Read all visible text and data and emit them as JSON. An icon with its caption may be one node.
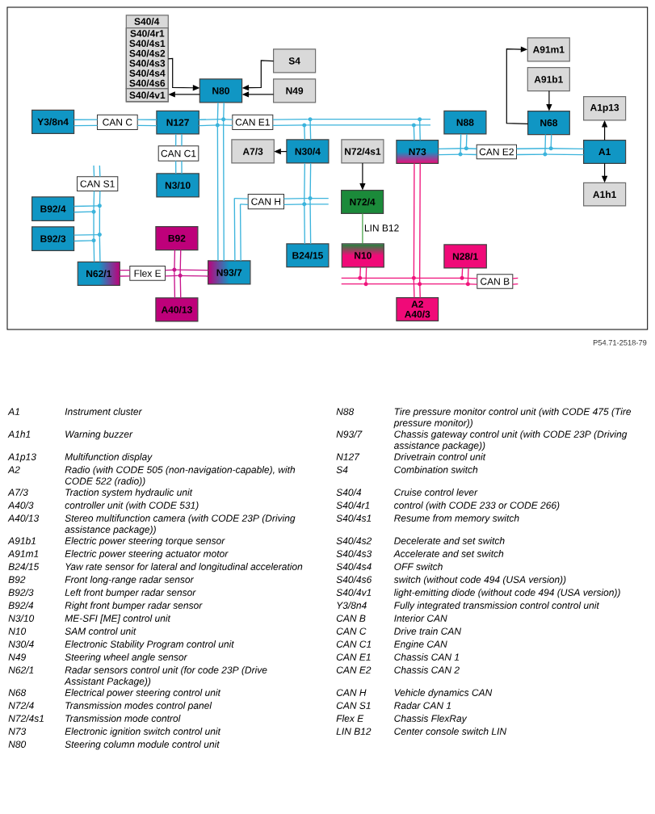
{
  "diagram": {
    "nodes": [
      {
        "text": [
          "S40/4"
        ]
      },
      {
        "text": [
          "S40/4r1",
          "S40/4s1",
          "S40/4s2",
          "S40/4s3",
          "S40/4s4",
          "S40/4s6"
        ],
        "in": 0
      },
      {
        "text": [
          "S40/4v1"
        ],
        "in": 0
      },
      {
        "text": [
          "A91m1"
        ]
      },
      {
        "text": [
          "S4"
        ]
      },
      {
        "text": [
          "A91b1"
        ]
      },
      {
        "text": [
          "N80"
        ]
      },
      {
        "text": [
          "N49"
        ]
      },
      {
        "text": [
          "A1p13"
        ]
      },
      {
        "text": [
          "Y3/8n4"
        ]
      },
      {
        "text": [
          "CAN C"
        ]
      },
      {
        "text": [
          "N127"
        ]
      },
      {
        "text": [
          "CAN E1"
        ]
      },
      {
        "text": [
          "N88"
        ]
      },
      {
        "text": [
          "N68"
        ]
      },
      {
        "text": [
          "A7/3"
        ]
      },
      {
        "text": [
          "N30/4"
        ]
      },
      {
        "text": [
          "N72/4s1"
        ]
      },
      {
        "text": [
          "N73"
        ]
      },
      {
        "text": [
          "CAN E2"
        ]
      },
      {
        "text": [
          "A1"
        ]
      },
      {
        "text": [
          "CAN C1"
        ]
      },
      {
        "text": [
          "N3/10"
        ]
      },
      {
        "text": [
          "CAN S1"
        ]
      },
      {
        "text": [
          "A1h1"
        ]
      },
      {
        "text": [
          "N72/4"
        ]
      },
      {
        "text": [
          "CAN H"
        ]
      },
      {
        "text": [
          "B92/4"
        ]
      },
      {
        "text": [
          "B92/3"
        ]
      },
      {
        "text": [
          "B92"
        ]
      },
      {
        "text": [
          "B24/15"
        ]
      },
      {
        "text": [
          "N10"
        ]
      },
      {
        "text": [
          "N28/1"
        ]
      },
      {
        "text": [
          "N62/1"
        ]
      },
      {
        "text": [
          "Flex E"
        ]
      },
      {
        "text": [
          "N93/7"
        ]
      },
      {
        "text": [
          "CAN B"
        ]
      },
      {
        "text": [
          "A40/13"
        ]
      },
      {
        "text": [
          "A2",
          "A40/3"
        ]
      }
    ],
    "edges": [
      {
        "from": 1,
        "to": 6,
        "arrow": "to",
        "color": "#000000"
      },
      {
        "from": 6,
        "to": 2,
        "arrow": "to",
        "color": "#000000"
      },
      {
        "from": 4,
        "to": 6,
        "arrow": "to",
        "color": "#000000"
      },
      {
        "from": 7,
        "to": 6,
        "arrow": "to",
        "color": "#000000"
      },
      {
        "from": 5,
        "to": 14,
        "arrow": "to",
        "color": "#000000"
      },
      {
        "from": 14,
        "to": 3,
        "arrow": "to",
        "color": "#000000"
      },
      {
        "from": 20,
        "to": 8,
        "arrow": "to",
        "color": "#000000"
      },
      {
        "from": 20,
        "to": 24,
        "arrow": "to",
        "color": "#000000"
      },
      {
        "from": 16,
        "to": 15,
        "arrow": "to",
        "color": "#000000"
      },
      {
        "from": 17,
        "to": 25,
        "arrow": "to",
        "color": "#000000"
      },
      {
        "from": 25,
        "to": 31,
        "arrow": "none",
        "label": "LIN B12",
        "color": "#3c9c3c"
      },
      {
        "from": 9,
        "to": 10,
        "arrow": "none"
      },
      {
        "from": 11,
        "to": 10,
        "arrow": "none"
      },
      {
        "from": 6,
        "to": 12,
        "arrow": "none"
      },
      {
        "from": 35,
        "to": 12,
        "arrow": "none"
      },
      {
        "from": 16,
        "to": 12,
        "arrow": "none"
      },
      {
        "from": 18,
        "to": 12,
        "arrow": "none"
      },
      {
        "from": 11,
        "to": 12,
        "arrow": "none"
      },
      {
        "from": 12,
        "to": null,
        "arrow": "none"
      },
      {
        "from": 11,
        "to": 21,
        "arrow": "none"
      },
      {
        "from": 22,
        "to": 21,
        "arrow": "none"
      },
      {
        "from": 27,
        "to": 23,
        "arrow": "none"
      },
      {
        "from": 28,
        "to": 23,
        "arrow": "none"
      },
      {
        "from": 33,
        "to": 23,
        "arrow": "none"
      },
      {
        "from": 23,
        "to": null,
        "arrow": "none"
      },
      {
        "from": 35,
        "to": 26,
        "arrow": "none"
      },
      {
        "from": 16,
        "to": 26,
        "arrow": "none"
      },
      {
        "from": 30,
        "to": 26,
        "arrow": "none"
      },
      {
        "from": 26,
        "to": null,
        "arrow": "none"
      },
      {
        "from": 13,
        "to": 19,
        "arrow": "none"
      },
      {
        "from": 14,
        "to": 19,
        "arrow": "none"
      },
      {
        "from": 18,
        "to": 19,
        "arrow": "none"
      },
      {
        "from": 20,
        "to": 19,
        "arrow": "none"
      },
      {
        "from": 29,
        "to": 34,
        "arrow": "none",
        "color": "#c8148c"
      },
      {
        "from": 37,
        "to": 34,
        "arrow": "none",
        "color": "#c8148c"
      },
      {
        "from": 33,
        "to": 34,
        "arrow": "none",
        "color": "#c8148c"
      },
      {
        "from": 35,
        "to": 34,
        "arrow": "none",
        "color": "#c8148c"
      },
      {
        "from": 31,
        "to": 36,
        "arrow": "none",
        "color": "#f0147c"
      },
      {
        "from": 18,
        "to": 36,
        "arrow": "none",
        "color": "#f0147c"
      },
      {
        "from": 38,
        "to": 36,
        "arrow": "none",
        "color": "#f0147c"
      },
      {
        "from": 32,
        "to": 36,
        "arrow": "none",
        "color": "#f0147c"
      },
      {
        "from": 36,
        "to": null,
        "arrow": "none",
        "color": "#f0147c"
      },
      {
        "from": 36,
        "to": null,
        "arrow": "none",
        "color": "#f0147c"
      }
    ],
    "labels": [
      "P54.71-2518-79",
      "A1",
      "Instrument cluster",
      "A1h1",
      "Warning buzzer",
      "A1p13",
      "Multifunction display",
      "A2",
      "Radio (with CODE 505 (non-navigation-capable), with CODE 522 (radio))",
      "A7/3",
      "Traction system hydraulic unit",
      "A40/3",
      "controller unit (with CODE 531)",
      "A40/13",
      "Stereo multifunction camera (with CODE 23P (Driving assistance package))",
      "A91b1",
      "Electric power steering torque sensor",
      "A91m1",
      "Electric power steering actuator motor",
      "B24/15",
      "Yaw rate sensor for lateral and longitudinal acceleration",
      "B92",
      "Front long-range radar sensor",
      "B92/3",
      "Left front bumper radar sensor",
      "B92/4",
      "Right front bumper radar sensor",
      "N3/10",
      "ME-SFI [ME] control unit",
      "N10",
      "SAM control unit",
      "N30/4",
      "Electronic Stability Program control unit",
      "N49",
      "Steering wheel angle sensor",
      "N62/1",
      "Radar sensors control unit (for code 23P (Drive Assistant Package))",
      "N68",
      "Electrical power steering control unit",
      "N72/4",
      "Transmission modes control panel",
      "N72/4s1",
      "Transmission mode control",
      "N73",
      "Electronic ignition switch control unit",
      "N80",
      "Steering column module control unit",
      "N88",
      "Tire pressure monitor control unit (with CODE 475 (Tire pressure monitor))",
      "N93/7",
      "Chassis gateway control unit (with CODE 23P (Driving assistance package))",
      "N127",
      "Drivetrain control unit",
      "S4",
      "Combination switch",
      "S40/4",
      "Cruise control lever",
      "S40/4r1",
      "control (with CODE 233 or CODE 266)",
      "S40/4s1",
      "Resume from memory switch",
      "S40/4s2",
      "Decelerate and set switch",
      "S40/4s3",
      "Accelerate and set switch",
      "S40/4s4",
      "OFF switch",
      "S40/4s6",
      "switch (without code 494 (USA version))",
      "S40/4v1",
      "light-emitting diode (without code 494 (USA version))",
      "Y3/8n4",
      "Fully integrated transmission control control unit",
      "CAN B",
      "Interior CAN",
      "CAN C",
      "Drive train CAN",
      "CAN C1",
      "Engine CAN",
      "CAN E1",
      "Chassis CAN 1",
      "CAN E2",
      "Chassis CAN 2",
      "CAN H",
      "Vehicle dynamics CAN",
      "CAN S1",
      "Radar CAN 1",
      "Flex E",
      "Chassis FlexRay",
      "LIN B12",
      "Center console switch LIN"
    ]
  }
}
